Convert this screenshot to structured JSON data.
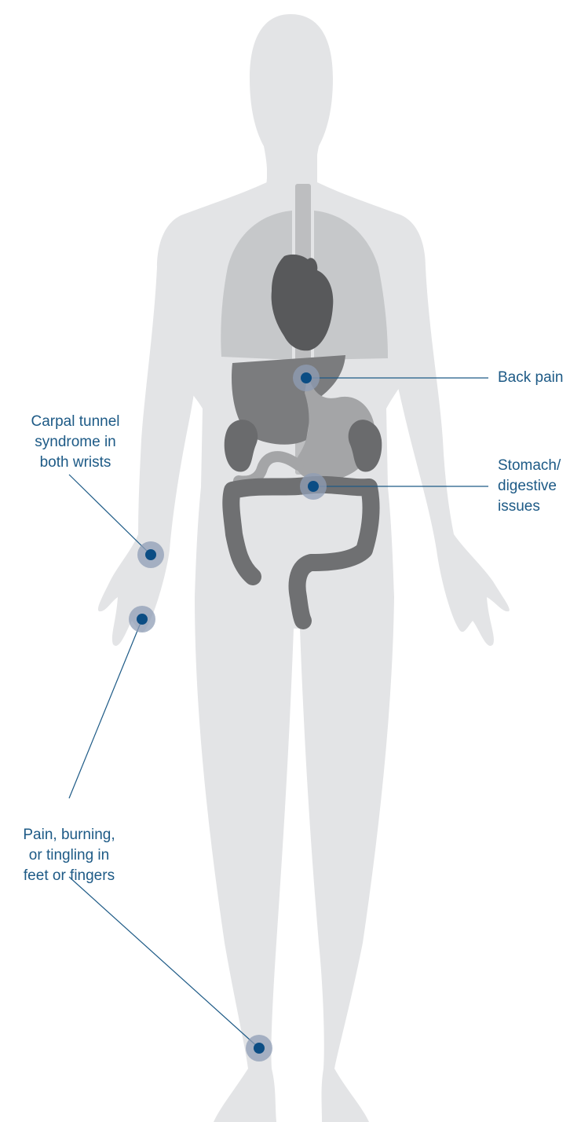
{
  "labels": {
    "back_pain": "Back pain",
    "stomach": "Stomach/\ndigestive\nissues",
    "carpal": "Carpal tunnel\nsyndrome in\nboth wrists",
    "pain": "Pain, burning,\nor tingling in\nfeet or fingers"
  },
  "markers": [
    {
      "name": "back-pain-marker",
      "label": "back_pain"
    },
    {
      "name": "stomach-marker",
      "label": "stomach"
    },
    {
      "name": "wrist-marker",
      "label": "carpal"
    },
    {
      "name": "finger-marker",
      "label": "pain"
    },
    {
      "name": "ankle-marker",
      "label": "pain"
    }
  ],
  "colors": {
    "body": "#e3e4e6",
    "lungs": "#c6c8ca",
    "heart": "#58595b",
    "liver": "#7b7c7e",
    "stomach": "#a4a5a7",
    "kidneys": "#6a6b6d",
    "intestine": "#6f7072",
    "esophagus": "#bdbec0",
    "marker_halo": "#8f9db5",
    "marker_dot": "#0b4d84",
    "leader_line": "#1d5a86",
    "label_text": "#1d5a86"
  }
}
